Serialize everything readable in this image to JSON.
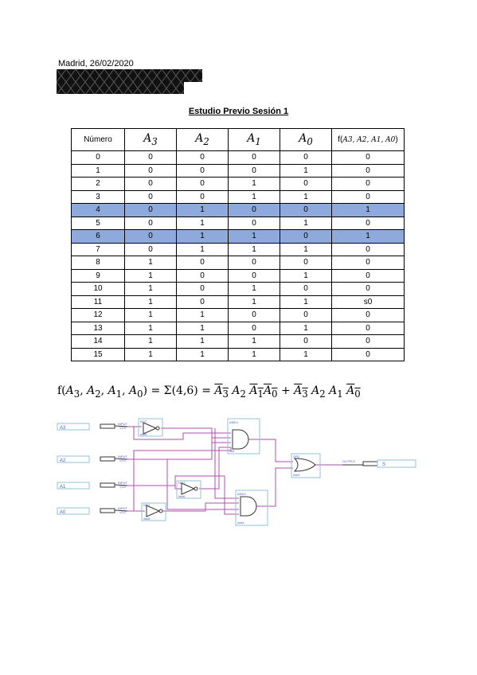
{
  "header": {
    "date": "Madrid, 26/02/2020"
  },
  "title": "Estudio Previo Sesión 1",
  "table": {
    "columns": [
      "Número",
      "A3",
      "A2",
      "A1",
      "A0",
      "f(A3, A2, A1, A0)"
    ],
    "col_display": {
      "num": "Número",
      "a3": "A",
      "a3_sub": "3",
      "a2": "A",
      "a2_sub": "2",
      "a1": "A",
      "a1_sub": "1",
      "a0": "A",
      "a0_sub": "0",
      "f_prefix": "f(",
      "f_args": "A3, A2, A1, A0",
      "f_suffix": ")"
    },
    "rows": [
      [
        "0",
        "0",
        "0",
        "0",
        "0",
        "0"
      ],
      [
        "1",
        "0",
        "0",
        "0",
        "1",
        "0"
      ],
      [
        "2",
        "0",
        "0",
        "1",
        "0",
        "0"
      ],
      [
        "3",
        "0",
        "0",
        "1",
        "1",
        "0"
      ],
      [
        "4",
        "0",
        "1",
        "0",
        "0",
        "1"
      ],
      [
        "5",
        "0",
        "1",
        "0",
        "1",
        "0"
      ],
      [
        "6",
        "0",
        "1",
        "1",
        "0",
        "1"
      ],
      [
        "7",
        "0",
        "1",
        "1",
        "1",
        "0"
      ],
      [
        "8",
        "1",
        "0",
        "0",
        "0",
        "0"
      ],
      [
        "9",
        "1",
        "0",
        "0",
        "1",
        "0"
      ],
      [
        "10",
        "1",
        "0",
        "1",
        "0",
        "0"
      ],
      [
        "11",
        "1",
        "0",
        "1",
        "1",
        "s0"
      ],
      [
        "12",
        "1",
        "1",
        "0",
        "0",
        "0"
      ],
      [
        "13",
        "1",
        "1",
        "0",
        "1",
        "0"
      ],
      [
        "14",
        "1",
        "1",
        "1",
        "0",
        "0"
      ],
      [
        "15",
        "1",
        "1",
        "1",
        "1",
        "0"
      ]
    ],
    "highlighted_rows": [
      4,
      6
    ],
    "highlight_color": "#8ea9db"
  },
  "formula": {
    "lhs": "f(A3, A2, A1, A0)",
    "eq": "=",
    "sigma": "Σ(4,6)",
    "term1_neg_a3": "A3",
    "term1_a2": "A2",
    "term1_neg_a1a0": "A1A0",
    "plus": "+",
    "term2_neg_a3": "A3",
    "term2_a2": "A2",
    "term2_a1": "A1",
    "term2_neg_a0": "A0"
  },
  "circuit": {
    "inputs": [
      {
        "name": "A3",
        "pin": "INPUT",
        "vcc": "VCC"
      },
      {
        "name": "A2",
        "pin": "INPUT",
        "vcc": "VCC"
      },
      {
        "name": "A1",
        "pin": "INPUT",
        "vcc": "VCC"
      },
      {
        "name": "A0",
        "pin": "INPUT",
        "vcc": "VCC"
      }
    ],
    "gates": {
      "not_a3": {
        "type": "NOT",
        "inst": "inst5"
      },
      "not_a1": {
        "type": "NOT",
        "inst": "inst6"
      },
      "not_a0": {
        "type": "NOT",
        "inst": "inst8"
      },
      "and1": {
        "type": "AND4",
        "inst": "inst"
      },
      "and2": {
        "type": "AND4",
        "inst": "inst4"
      },
      "or1": {
        "type": "OR2",
        "inst": "inst3"
      }
    },
    "output": {
      "pin": "OUTPUT",
      "name": "S"
    },
    "wire_color": "#b04fb0",
    "box_color": "#8fc3d6",
    "label_color": "#5a55c8"
  }
}
